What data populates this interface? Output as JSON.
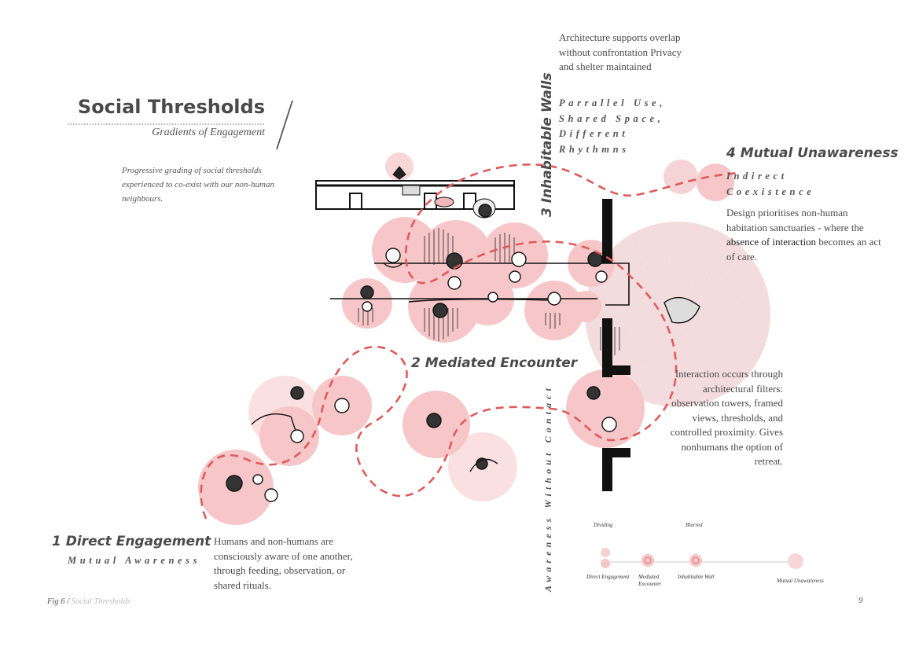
{
  "header": {
    "title": "Social Thresholds",
    "subtitle": "Gradients of Engagement",
    "description": "Progressive grading of social thresholds experienced to co-exist with our non-human neighbours."
  },
  "stages": {
    "direct": {
      "title": "1 Direct Engagement",
      "tagline": "Mutual Awareness",
      "description": "Humans and non-humans are consciously aware of one another, through feeding, observation, or shared rituals."
    },
    "mediated": {
      "title": "2 Mediated Encounter",
      "description": "Interaction occurs through architectural filters: observation towers, framed views, thresholds, and controlled proximity. Gives nonhumans the option of retreat."
    },
    "inhabitable": {
      "title": "3 Inhabitable Walls",
      "description": "Architecture supports overlap without confrontation Privacy and shelter maintained",
      "tagline_lines": [
        "Parrallel Use,",
        "Shared Space,",
        "Different",
        "Rhythmns"
      ]
    },
    "mutual": {
      "title": "4 Mutual Unawareness",
      "tagline_lines": [
        "Indirect",
        "Coexistence"
      ],
      "description_before": "Design prioritises non-human habitation sanctuaries -  where the ",
      "description_highlight": "absence of interaction",
      "description_after": " becomes an act of care."
    }
  },
  "vertical_label": "Awareness Without Contact",
  "legend": {
    "dividing_label": "Dividing",
    "blurred_label": "Blurred",
    "steps": [
      "Direct Engagement",
      "Mediated Encounter",
      "Inhabitable Wall",
      "Mutual Unawareness"
    ]
  },
  "footer": {
    "fig_label": "Fig 6 /",
    "fig_title": "Social Thresholds",
    "page_number": "9"
  },
  "colors": {
    "accent": "#e05a5a",
    "circle_fill": "#f7c6c8",
    "text": "#4a4a4a"
  }
}
